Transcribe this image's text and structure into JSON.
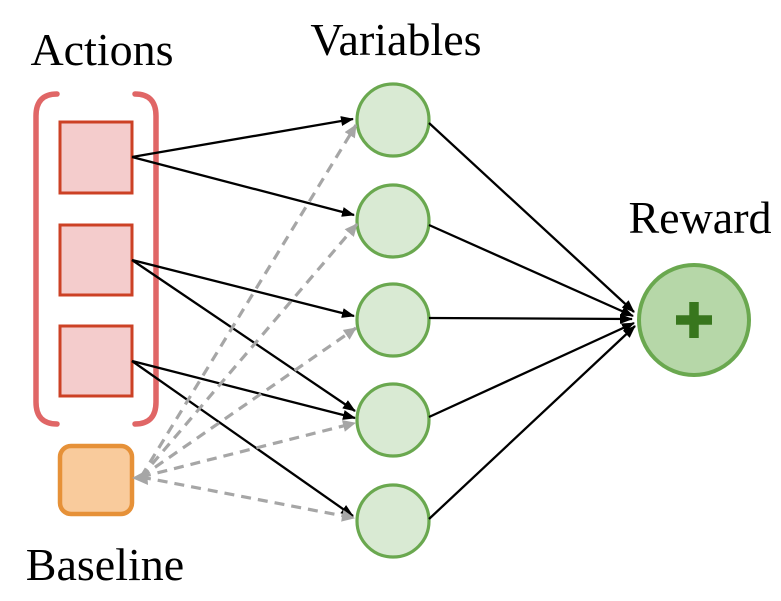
{
  "figure": {
    "labels": {
      "actions": "Actions",
      "variables": "Variables",
      "reward": "Reward",
      "baseline": "Baseline"
    },
    "icons": {
      "plus_icon": "+"
    },
    "colors": {
      "background": "#ffffff",
      "text": "#000000",
      "action_fill": "#f4cccc",
      "action_stroke": "#cc4125",
      "bracket": "#e06666",
      "baseline_fill": "#f9cb9c",
      "baseline_stroke": "#e69138",
      "variable_fill": "#d9ead3",
      "variable_stroke": "#6aa84f",
      "reward_fill": "#b6d7a8",
      "reward_stroke": "#6aa84f",
      "plus": "#38761d",
      "edge_black": "#000000",
      "edge_gray": "#a6a6a6"
    },
    "structure": {
      "action_count": 3,
      "variable_count": 5,
      "reward_count": 1,
      "baseline_count": 1,
      "edges": {
        "action_to_variable": [
          [
            1,
            1
          ],
          [
            1,
            2
          ],
          [
            2,
            3
          ],
          [
            2,
            4
          ],
          [
            3,
            4
          ],
          [
            3,
            5
          ]
        ],
        "baseline_to_variable": [
          1,
          2,
          3,
          4,
          5
        ],
        "variable_to_reward": [
          1,
          2,
          3,
          4,
          5
        ]
      },
      "edge_styles": {
        "action_to_variable": "solid black arrow",
        "baseline_to_variable": "dashed gray arrow",
        "variable_to_reward": "solid black arrow"
      }
    }
  }
}
